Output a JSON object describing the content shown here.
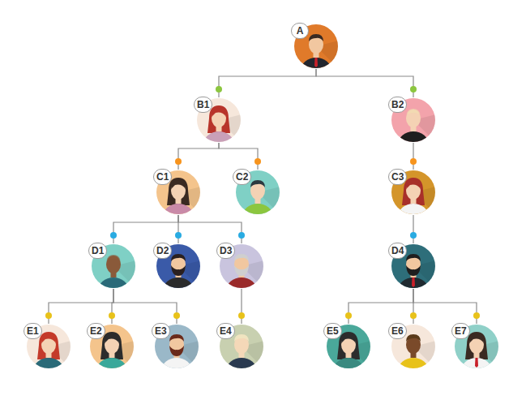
{
  "diagram": {
    "nodes": [
      {
        "text": [
          "A"
        ]
      },
      {
        "text": [
          "B1"
        ]
      },
      {
        "text": [
          "B2"
        ]
      },
      {
        "text": [
          "C1"
        ]
      },
      {
        "text": [
          "C2"
        ]
      },
      {
        "text": [
          "C3"
        ]
      },
      {
        "text": [
          "D1"
        ]
      },
      {
        "text": [
          "D2"
        ]
      },
      {
        "text": [
          "D3"
        ]
      },
      {
        "text": [
          "D4"
        ]
      },
      {
        "text": [
          "E1"
        ]
      },
      {
        "text": [
          "E2"
        ]
      },
      {
        "text": [
          "E3"
        ]
      },
      {
        "text": [
          "E4"
        ]
      },
      {
        "text": [
          "E5"
        ]
      },
      {
        "text": [
          "E6"
        ]
      },
      {
        "text": [
          "E7"
        ]
      }
    ],
    "edges": [
      {
        "from": 0,
        "to": 1,
        "arrow": "none"
      },
      {
        "from": 0,
        "to": 2,
        "arrow": "none"
      },
      {
        "from": 1,
        "to": 3,
        "arrow": "none"
      },
      {
        "from": 1,
        "to": 4,
        "arrow": "none"
      },
      {
        "from": 2,
        "to": 5,
        "arrow": "none"
      },
      {
        "from": 3,
        "to": 6,
        "arrow": "none"
      },
      {
        "from": 3,
        "to": 7,
        "arrow": "none"
      },
      {
        "from": 3,
        "to": 8,
        "arrow": "none"
      },
      {
        "from": 5,
        "to": 9,
        "arrow": "none"
      },
      {
        "from": 6,
        "to": 10,
        "arrow": "none"
      },
      {
        "from": 6,
        "to": 11,
        "arrow": "none"
      },
      {
        "from": 6,
        "to": 12,
        "arrow": "none"
      },
      {
        "from": 8,
        "to": 13,
        "arrow": "none"
      },
      {
        "from": 9,
        "to": 14,
        "arrow": "none"
      },
      {
        "from": 9,
        "to": 15,
        "arrow": "none"
      },
      {
        "from": 9,
        "to": 16,
        "arrow": "none"
      }
    ]
  }
}
